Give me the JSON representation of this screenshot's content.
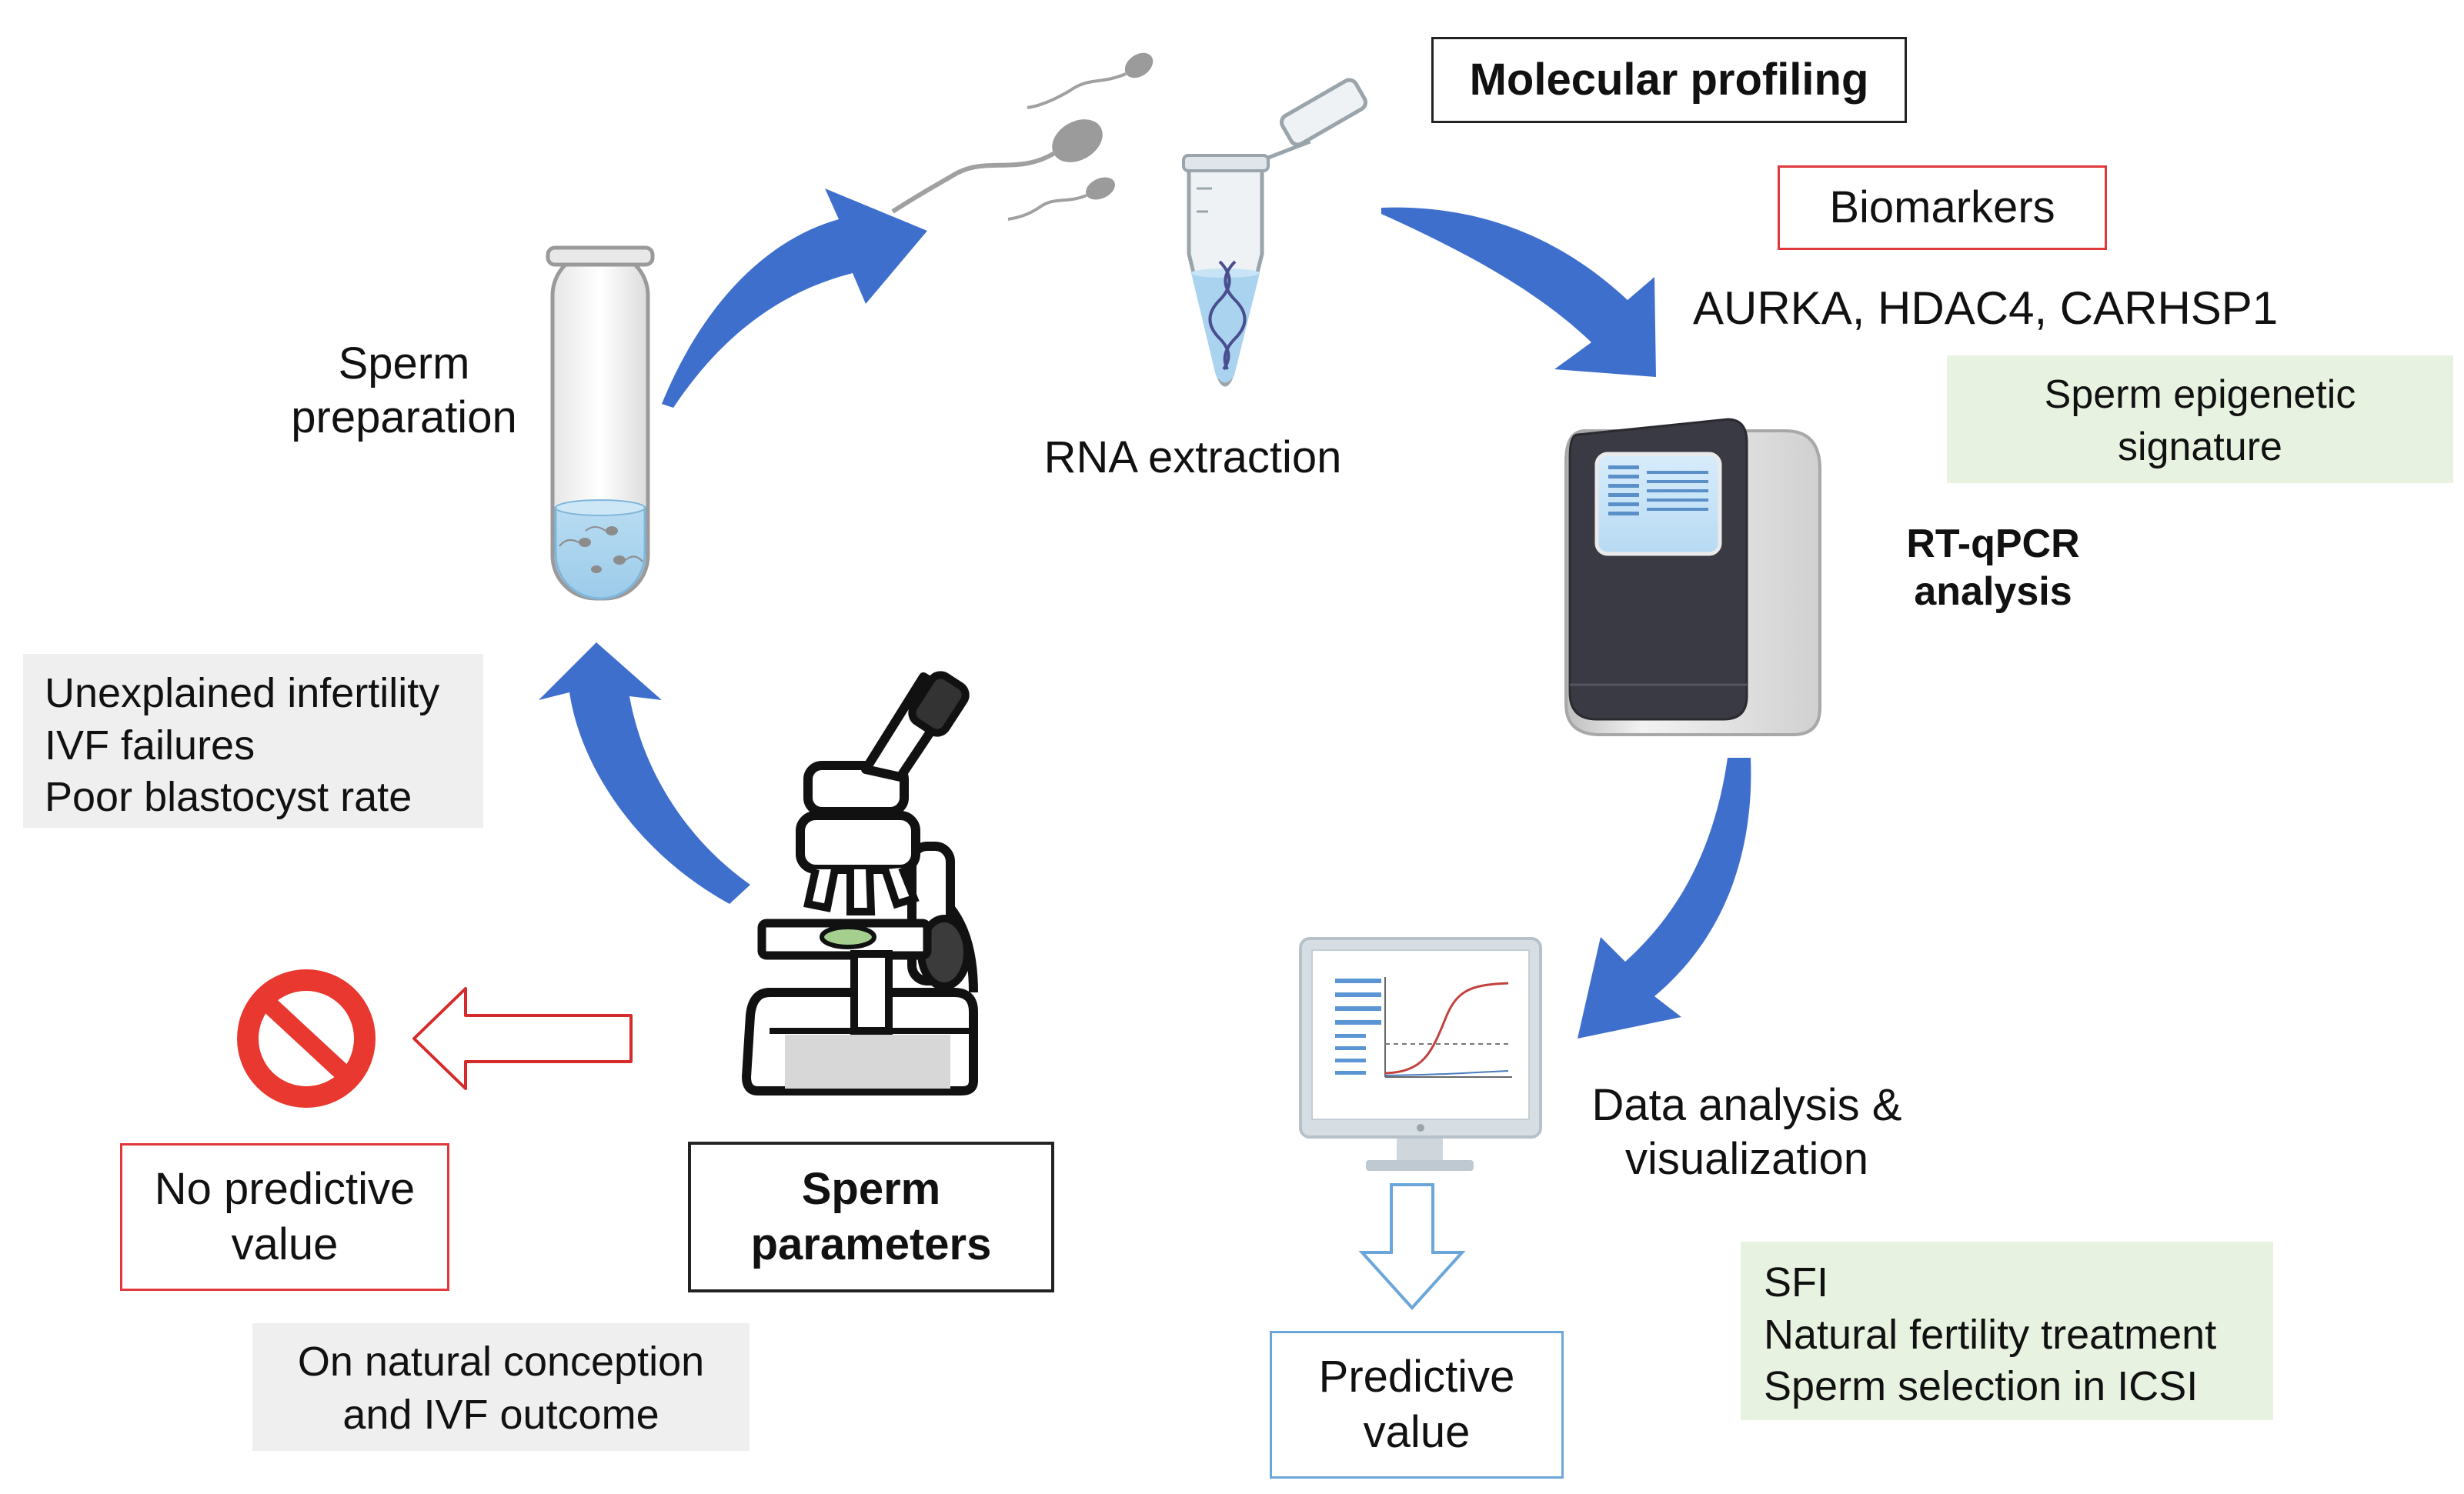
{
  "labels": {
    "sperm_preparation": [
      "Sperm",
      "preparation"
    ],
    "rna_extraction": "RNA extraction",
    "molecular_profiling": "Molecular profiling",
    "biomarkers": "Biomarkers",
    "biomarker_genes": "AURKA, HDAC4, CARHSP1",
    "epigenetic_signature": [
      "Sperm epigenetic",
      "signature"
    ],
    "rtqpcr": [
      "RT-qPCR",
      "analysis"
    ],
    "data_analysis": [
      "Data analysis &",
      "visualization"
    ],
    "predictive_value": [
      "Predictive",
      "value"
    ],
    "applications": [
      "SFI",
      "Natural fertility treatment",
      "Sperm selection in ICSI"
    ],
    "sperm_parameters": [
      "Sperm",
      "parameters"
    ],
    "no_predictive_value": [
      "No predictive",
      "value"
    ],
    "natural_conception": [
      "On natural conception",
      "and IVF outcome"
    ],
    "indications": [
      "Unexplained infertility",
      "IVF failures",
      "Poor blastocyst rate"
    ]
  },
  "colors": {
    "arrow_blue": "#3f6fcc",
    "red_border": "#e0383b",
    "blue_border": "#6aa6da",
    "grey_note": "#efefef",
    "green_note": "#e8f2e1"
  },
  "icons": [
    "test-tube-icon",
    "sperm-cells-icon",
    "microcentrifuge-tube-icon",
    "qpcr-machine-icon",
    "computer-monitor-icon",
    "microscope-icon",
    "prohibited-icon"
  ]
}
